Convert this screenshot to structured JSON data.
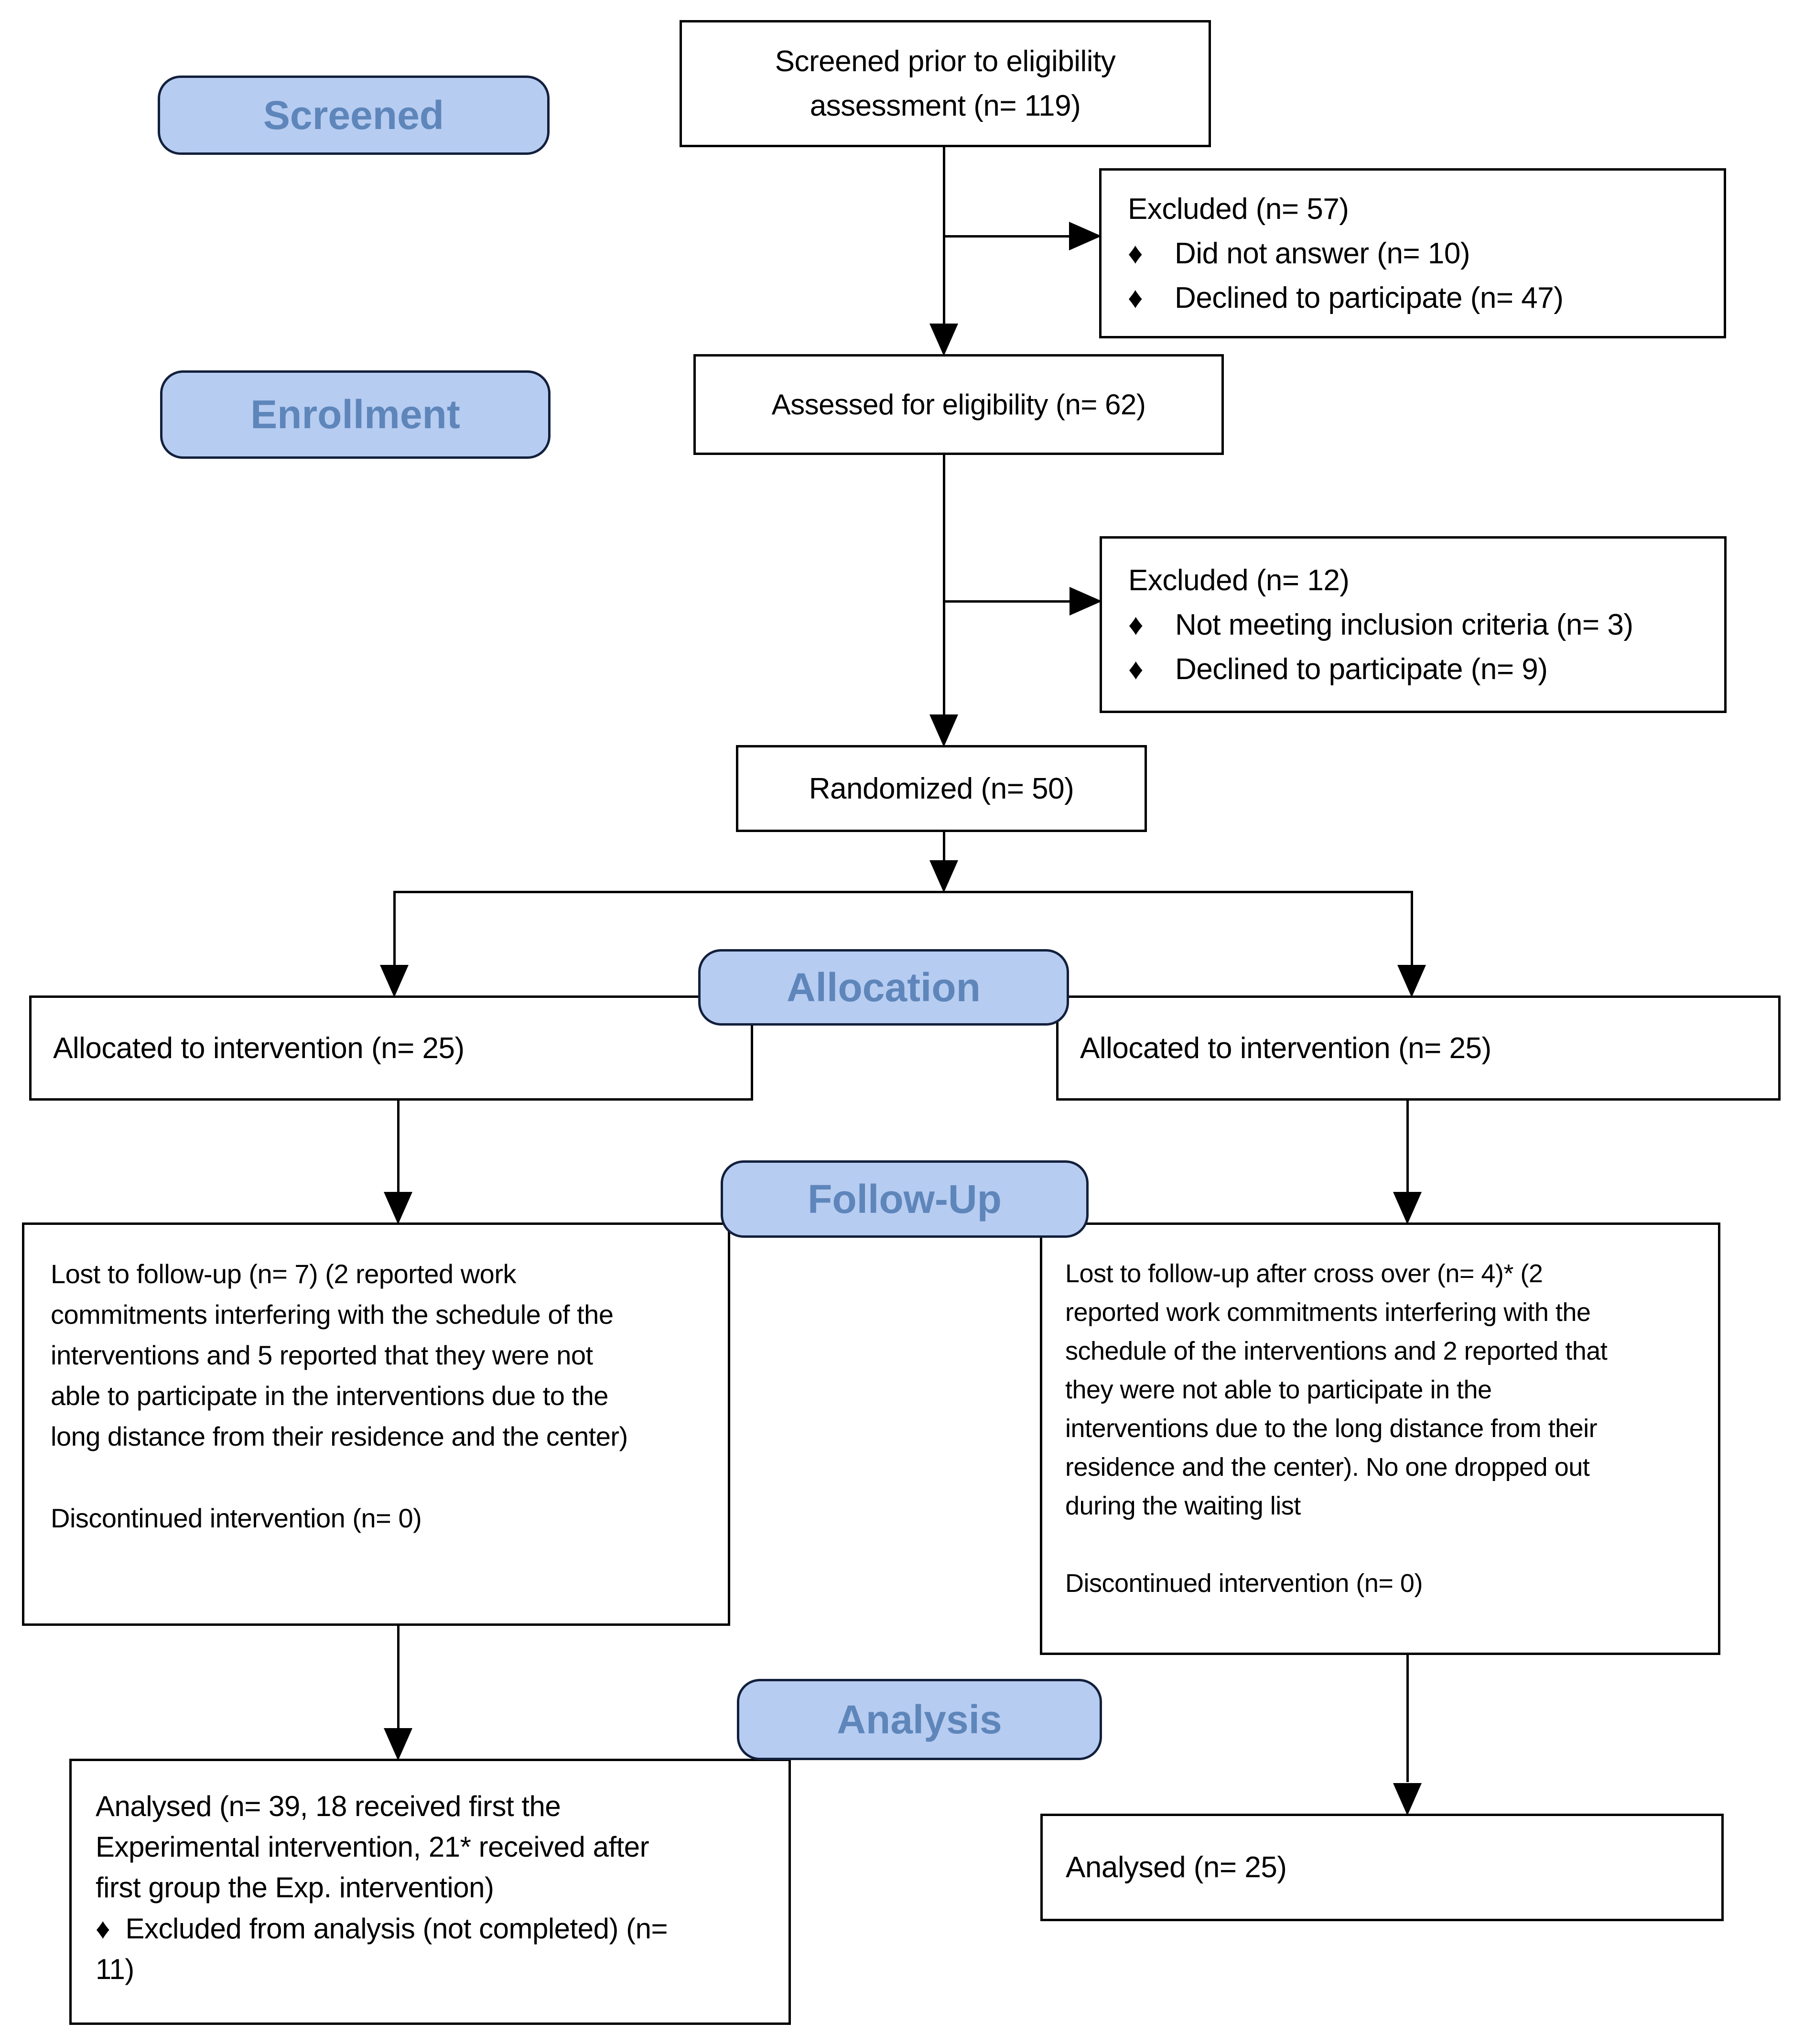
{
  "stages": {
    "screened": "Screened",
    "enrollment": "Enrollment",
    "allocation": "Allocation",
    "followup": "Follow-Up",
    "analysis": "Analysis"
  },
  "boxes": {
    "screened_prior": "Screened prior to eligibility\nassessment (n= 119)",
    "excluded1": "Excluded (n= 57)\n♦    Did not answer (n= 10)\n♦    Declined to participate (n= 47)",
    "assessed": "Assessed for eligibility (n= 62)",
    "excluded2": "Excluded (n= 12)\n♦    Not meeting inclusion criteria (n= 3)\n♦    Declined to participate (n= 9)",
    "randomized": "Randomized (n= 50)",
    "allocated_left": "Allocated to intervention (n= 25)",
    "allocated_right": "Allocated to intervention (n= 25)",
    "followup_left": "Lost to follow-up (n= 7) (2 reported work\ncommitments interfering with the schedule of the\ninterventions and 5 reported that they were not\nable to participate in the interventions due to the\nlong distance from their residence and the center)\n\nDiscontinued intervention (n= 0)",
    "followup_right": "Lost to follow-up after cross over (n= 4)* (2\nreported work commitments interfering with the\nschedule of the interventions and 2 reported that\nthey were not able to participate in the\ninterventions due to the long distance from their\nresidence and the center). No one dropped out\nduring the waiting list\n\nDiscontinued intervention (n= 0)",
    "analysed_left": "Analysed (n= 39, 18 received first the\nExperimental intervention, 21* received after\nfirst group the Exp. intervention)\n♦  Excluded from analysis (not completed) (n=\n11)",
    "analysed_right": "Analysed (n= 25)"
  },
  "colors": {
    "stage_fill": "#b7ccf1",
    "stage_border": "#13203c",
    "stage_text": "#5e86ba",
    "box_border": "#000000",
    "box_fill": "#ffffff",
    "text_color": "#000000",
    "arrow_color": "#000000",
    "background": "#ffffff"
  }
}
